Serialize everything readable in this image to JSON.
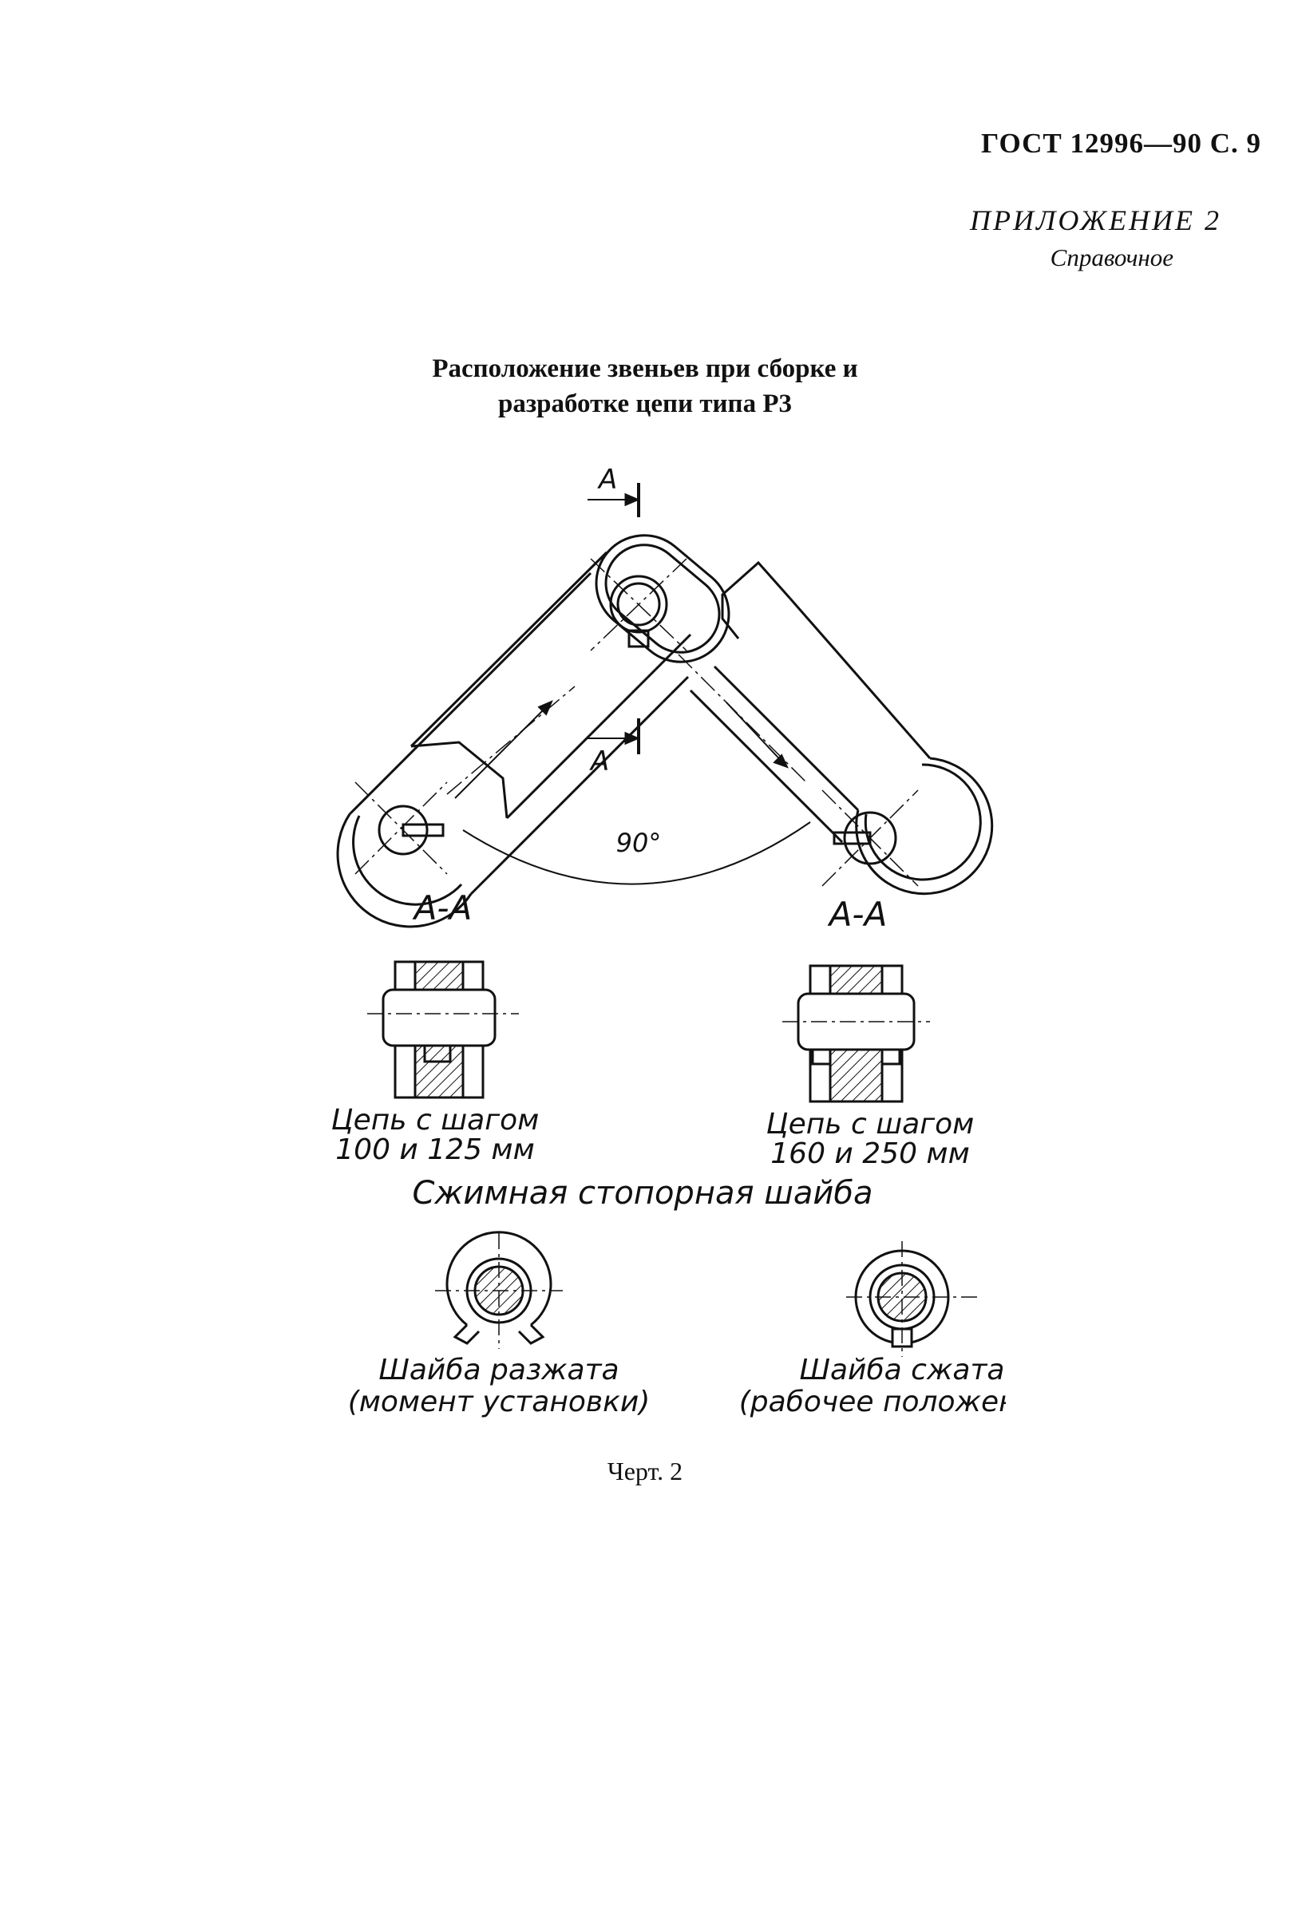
{
  "header": {
    "doc_ref": "ГОСТ 12996—90 С. 9"
  },
  "appendix": {
    "title": "ПРИЛОЖЕНИЕ 2",
    "type": "Справочное"
  },
  "figure": {
    "title_line1": "Расположение звеньев при сборке и",
    "title_line2": "разработке цепи типа Р3",
    "section_mark": "А",
    "angle_label": "90°",
    "section_view_label": "А-А",
    "left_chain_line1": "Цепь с шагом",
    "left_chain_line2": "100 и 125 мм",
    "right_chain_line1": "Цепь с шагом",
    "right_chain_line2": "160 и 250 мм",
    "washer_title": "Сжимная стопорная шайба",
    "washer_open_line1": "Шайба разжата",
    "washer_open_line2": "(момент установки)",
    "washer_closed_line1": "Шайба сжата",
    "washer_closed_line2": "(рабочее положение)",
    "caption": "Черт. 2"
  }
}
